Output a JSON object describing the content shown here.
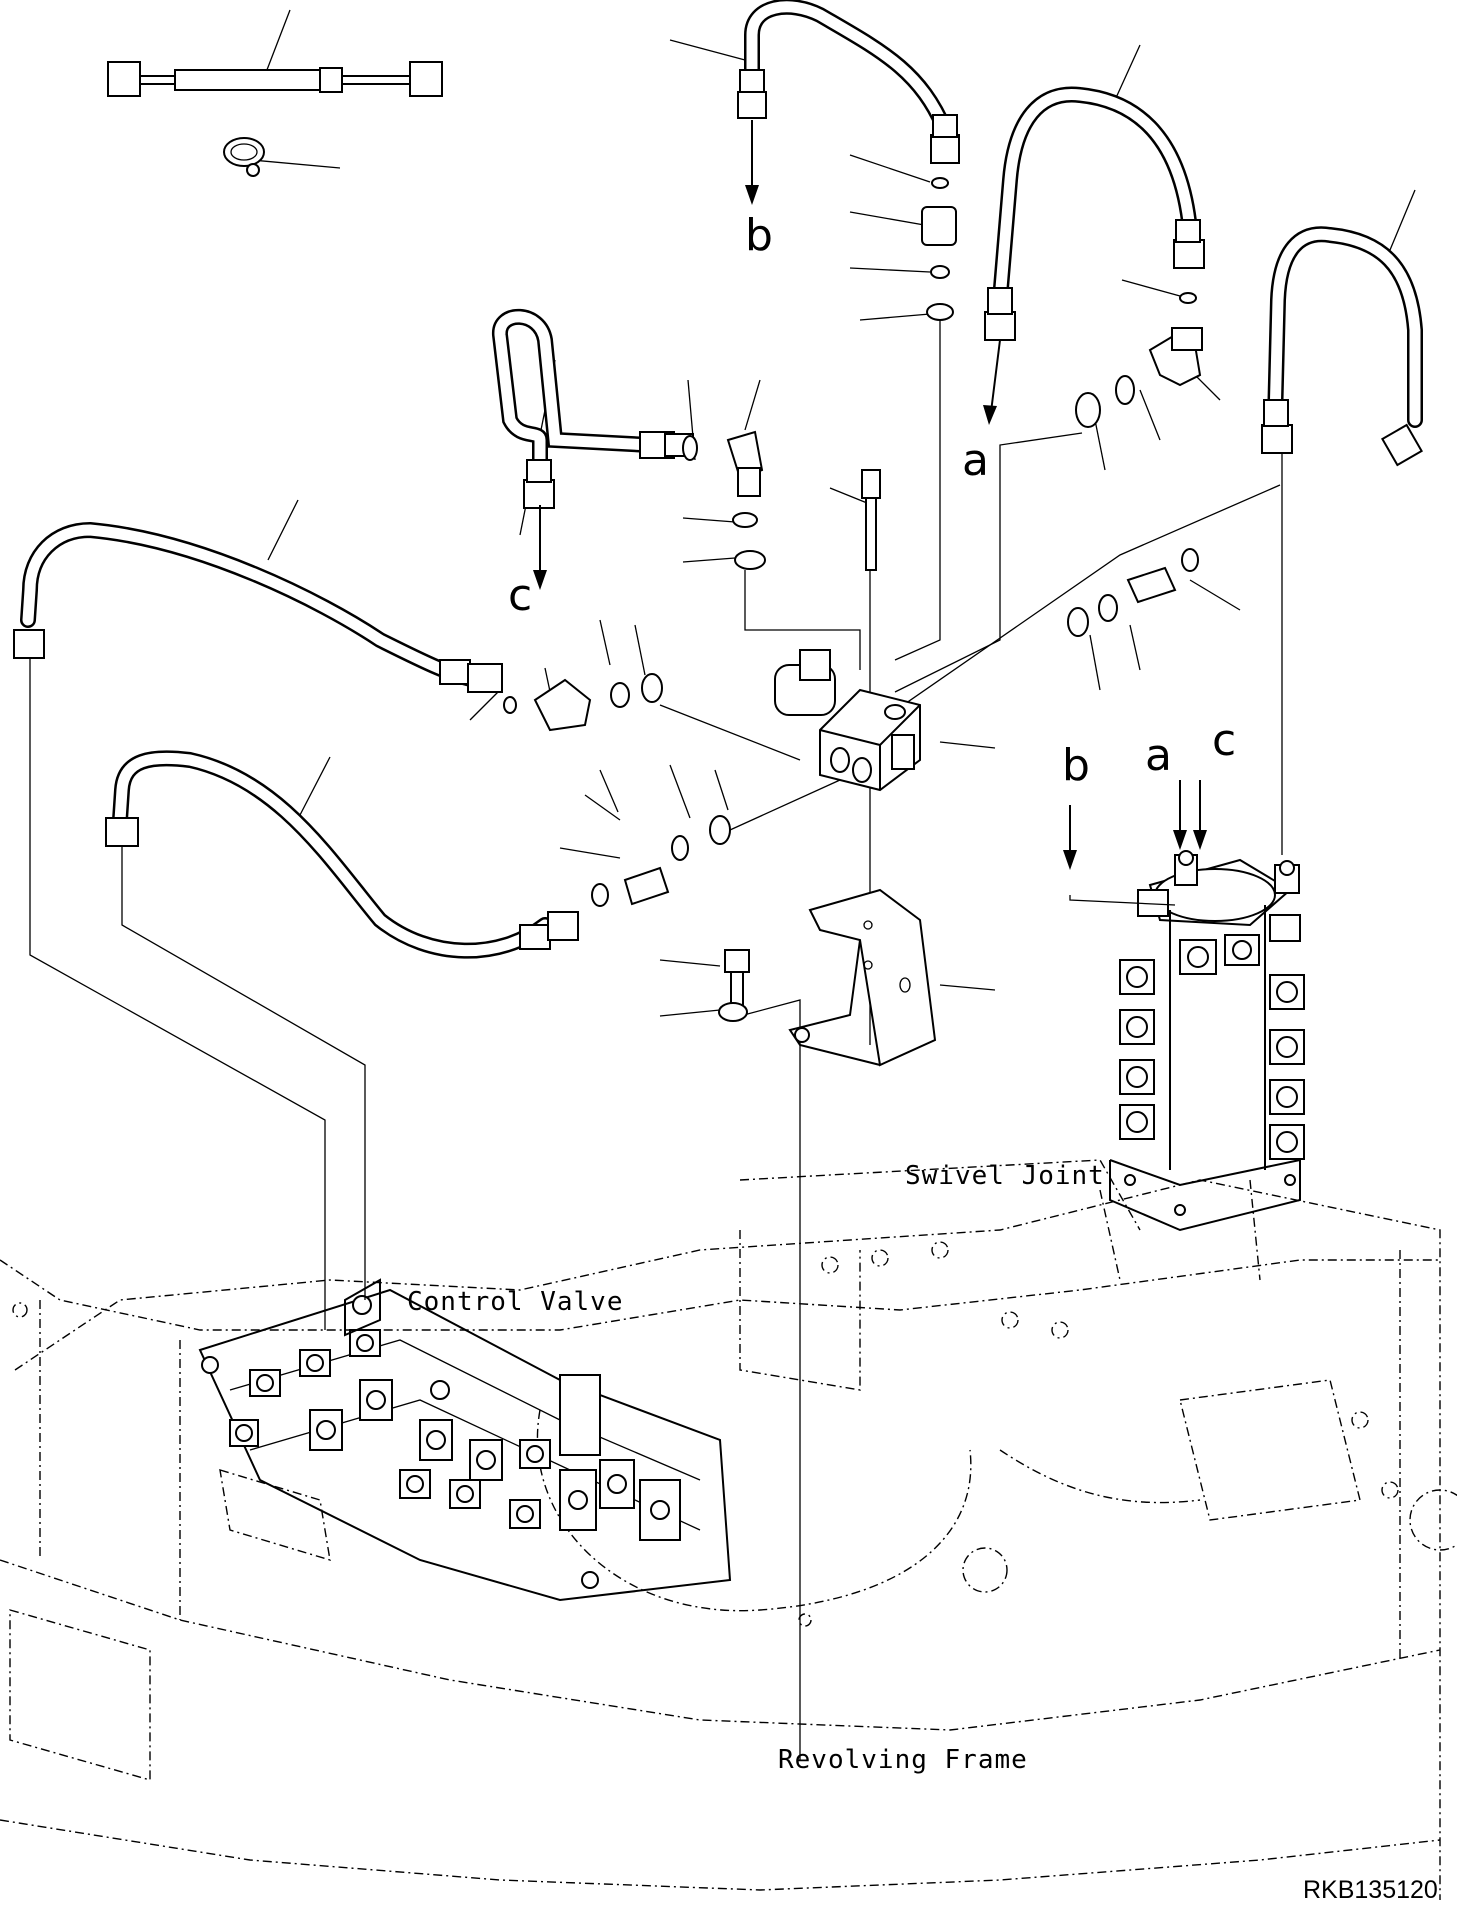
{
  "labels": {
    "swivel_joint": "Swivel Joint",
    "control_valve": "Control Valve",
    "revolving_frame": "Revolving Frame"
  },
  "connection_markers": {
    "b_top": "b",
    "a_top": "a",
    "c_left": "c",
    "b_swivel": "b",
    "a_swivel": "a",
    "c_swivel": "c"
  },
  "drawing_code": "RKB135120"
}
